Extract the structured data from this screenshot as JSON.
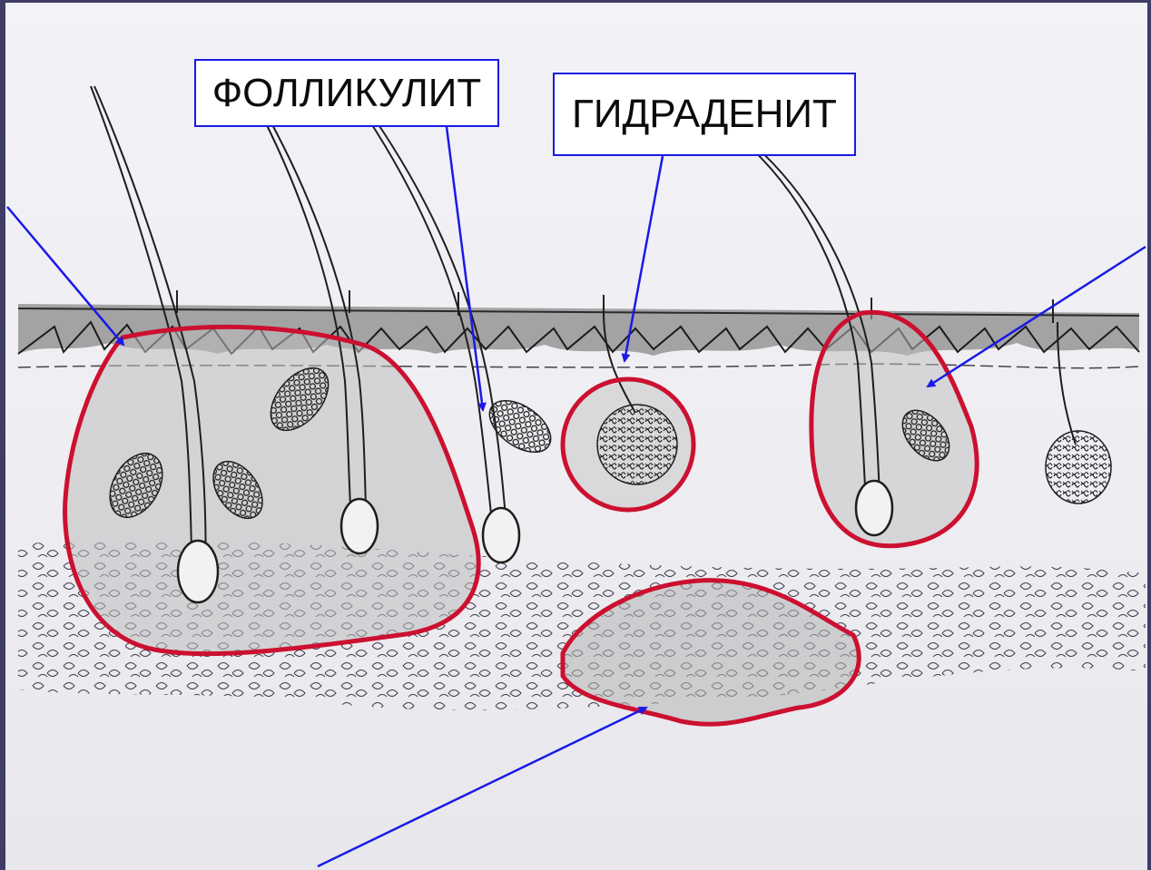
{
  "diagram": {
    "labels": [
      {
        "id": "folliculitis",
        "text": "ФОЛЛИКУЛИТ"
      },
      {
        "id": "hidradenitis",
        "text": "ГИДРАДЕНИТ"
      }
    ],
    "colors": {
      "lesion_outline": "#cc1030",
      "arrow": "#1a1ae6",
      "label_border": "#1a1ae6",
      "pencil": "#2a2a2a",
      "shading": "#bdbdbd"
    }
  }
}
